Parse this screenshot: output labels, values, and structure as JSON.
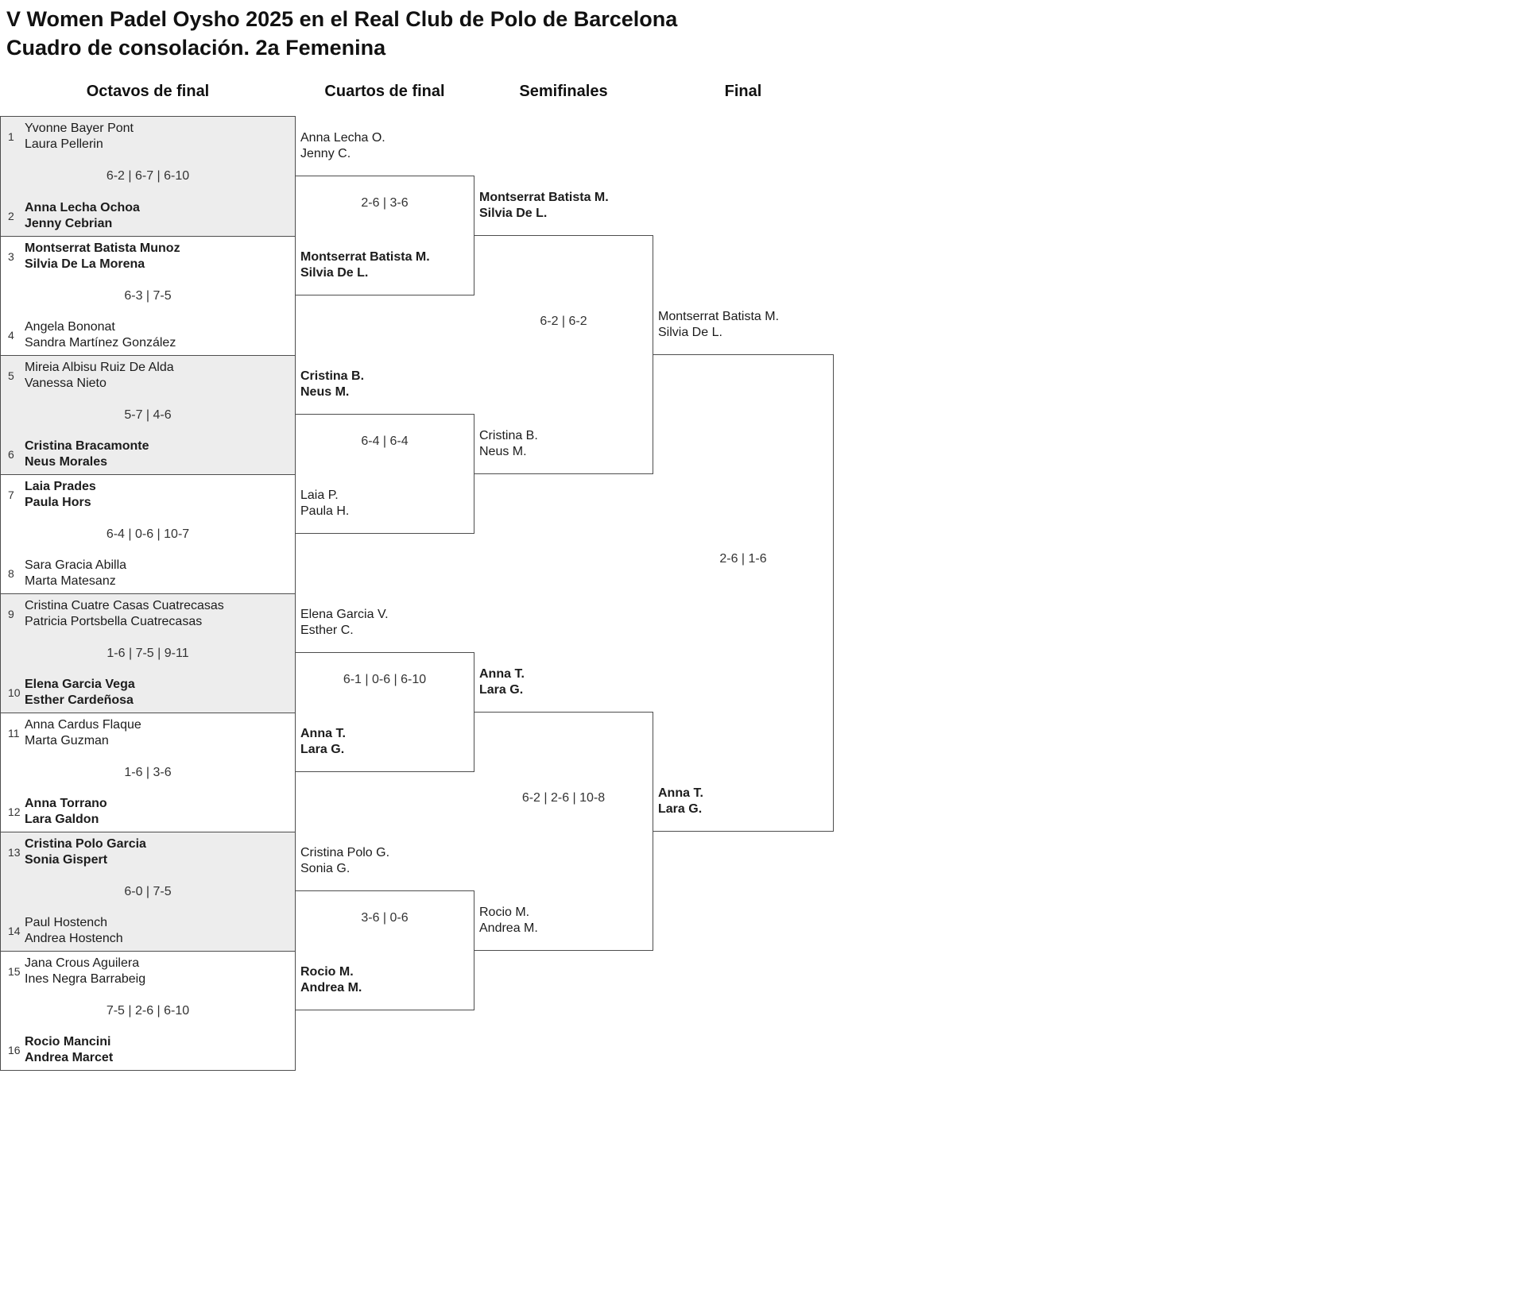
{
  "title": {
    "line1": "V Women Padel Oysho 2025 en el Real Club de Polo de Barcelona",
    "line2": "Cuadro de consolación. 2a Femenina"
  },
  "columns": [
    "Octavos de final",
    "Cuartos de final",
    "Semifinales",
    "Final"
  ],
  "colors": {
    "shaded_row": "#ededed",
    "border": "#4d4d4d",
    "text": "#1c1c1c"
  },
  "rounds": {
    "octavos": {
      "matches": [
        {
          "top": {
            "seed": "1",
            "name1": "Yvonne Bayer Pont",
            "name2": "Laura Pellerin",
            "winner": false
          },
          "bottom": {
            "seed": "2",
            "name1": "Anna Lecha Ochoa",
            "name2": "Jenny Cebrian",
            "winner": true
          },
          "score": "6-2 | 6-7 | 6-10"
        },
        {
          "top": {
            "seed": "3",
            "name1": "Montserrat Batista Munoz",
            "name2": "Silvia De La Morena",
            "winner": true
          },
          "bottom": {
            "seed": "4",
            "name1": "Angela Bononat",
            "name2": "Sandra Martínez González",
            "winner": false
          },
          "score": "6-3 | 7-5"
        },
        {
          "top": {
            "seed": "5",
            "name1": "Mireia Albisu Ruiz De Alda",
            "name2": "Vanessa Nieto",
            "winner": false
          },
          "bottom": {
            "seed": "6",
            "name1": "Cristina Bracamonte",
            "name2": "Neus Morales",
            "winner": true
          },
          "score": "5-7 | 4-6"
        },
        {
          "top": {
            "seed": "7",
            "name1": "Laia Prades",
            "name2": "Paula Hors",
            "winner": true
          },
          "bottom": {
            "seed": "8",
            "name1": "Sara Gracia Abilla",
            "name2": "Marta Matesanz",
            "winner": false
          },
          "score": "6-4 | 0-6 | 10-7"
        },
        {
          "top": {
            "seed": "9",
            "name1": "Cristina Cuatre Casas Cuatrecasas",
            "name2": "Patricia Portsbella Cuatrecasas",
            "winner": false
          },
          "bottom": {
            "seed": "10",
            "name1": "Elena Garcia Vega",
            "name2": "Esther Cardeñosa",
            "winner": true
          },
          "score": "1-6 | 7-5 | 9-11"
        },
        {
          "top": {
            "seed": "11",
            "name1": "Anna Cardus Flaque",
            "name2": "Marta Guzman",
            "winner": false
          },
          "bottom": {
            "seed": "12",
            "name1": "Anna Torrano",
            "name2": "Lara Galdon",
            "winner": true
          },
          "score": "1-6 | 3-6"
        },
        {
          "top": {
            "seed": "13",
            "name1": "Cristina Polo Garcia",
            "name2": "Sonia Gispert",
            "winner": true
          },
          "bottom": {
            "seed": "14",
            "name1": "Paul Hostench",
            "name2": "Andrea Hostench",
            "winner": false
          },
          "score": "6-0 | 7-5"
        },
        {
          "top": {
            "seed": "15",
            "name1": "Jana Crous Aguilera",
            "name2": "Ines Negra Barrabeig",
            "winner": false
          },
          "bottom": {
            "seed": "16",
            "name1": "Rocio Mancini",
            "name2": "Andrea Marcet",
            "winner": true
          },
          "score": "7-5 | 2-6 | 6-10"
        }
      ]
    },
    "cuartos": {
      "matches": [
        {
          "top": {
            "name1": "Anna Lecha O.",
            "name2": "Jenny C.",
            "winner": false
          },
          "bottom": {
            "name1": "Montserrat Batista M.",
            "name2": "Silvia De L.",
            "winner": true
          },
          "score": "2-6 | 3-6"
        },
        {
          "top": {
            "name1": "Cristina B.",
            "name2": "Neus M.",
            "winner": true
          },
          "bottom": {
            "name1": "Laia P.",
            "name2": "Paula H.",
            "winner": false
          },
          "score": "6-4 | 6-4"
        },
        {
          "top": {
            "name1": "Elena Garcia V.",
            "name2": "Esther C.",
            "winner": false
          },
          "bottom": {
            "name1": "Anna T.",
            "name2": "Lara G.",
            "winner": true
          },
          "score": "6-1 | 0-6 | 6-10"
        },
        {
          "top": {
            "name1": "Cristina Polo G.",
            "name2": "Sonia G.",
            "winner": false
          },
          "bottom": {
            "name1": "Rocio M.",
            "name2": "Andrea M.",
            "winner": true
          },
          "score": "3-6 | 0-6"
        }
      ]
    },
    "semifinales": {
      "matches": [
        {
          "top": {
            "name1": "Montserrat Batista M.",
            "name2": "Silvia De L.",
            "winner": true
          },
          "bottom": {
            "name1": "Cristina B.",
            "name2": "Neus M.",
            "winner": false
          },
          "score": "6-2 | 6-2"
        },
        {
          "top": {
            "name1": "Anna T.",
            "name2": "Lara G.",
            "winner": true
          },
          "bottom": {
            "name1": "Rocio M.",
            "name2": "Andrea M.",
            "winner": false
          },
          "score": "6-2 | 2-6 | 10-8"
        }
      ]
    },
    "final": {
      "matches": [
        {
          "top": {
            "name1": "Montserrat Batista M.",
            "name2": "Silvia De L.",
            "winner": false
          },
          "bottom": {
            "name1": "Anna T.",
            "name2": "Lara G.",
            "winner": true
          },
          "score": "2-6 | 1-6"
        }
      ]
    }
  }
}
